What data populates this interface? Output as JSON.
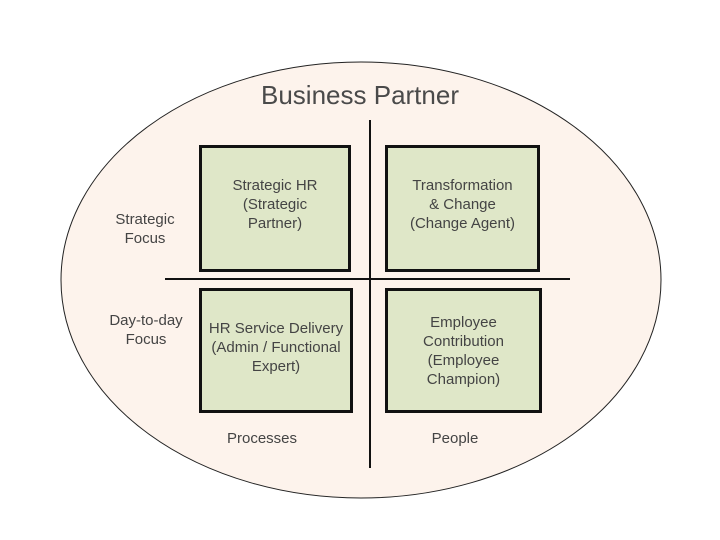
{
  "title": "Business Partner",
  "quadrants": {
    "top_left": "Strategic HR\n(Strategic\nPartner)",
    "top_right": "Transformation\n& Change\n(Change Agent)",
    "bottom_left": "HR Service Delivery\n(Admin / Functional\nExpert)",
    "bottom_right": "Employee\nContribution\n(Employee\nChampion)"
  },
  "row_labels": {
    "strategic": "Strategic\nFocus",
    "day_to_day": "Day-to-day\nFocus"
  },
  "column_labels": {
    "processes": "Processes",
    "people": "People"
  },
  "colors": {
    "ellipse_fill": "#fdf3ec",
    "box_fill": "#dfe7c8",
    "line": "#111111"
  }
}
